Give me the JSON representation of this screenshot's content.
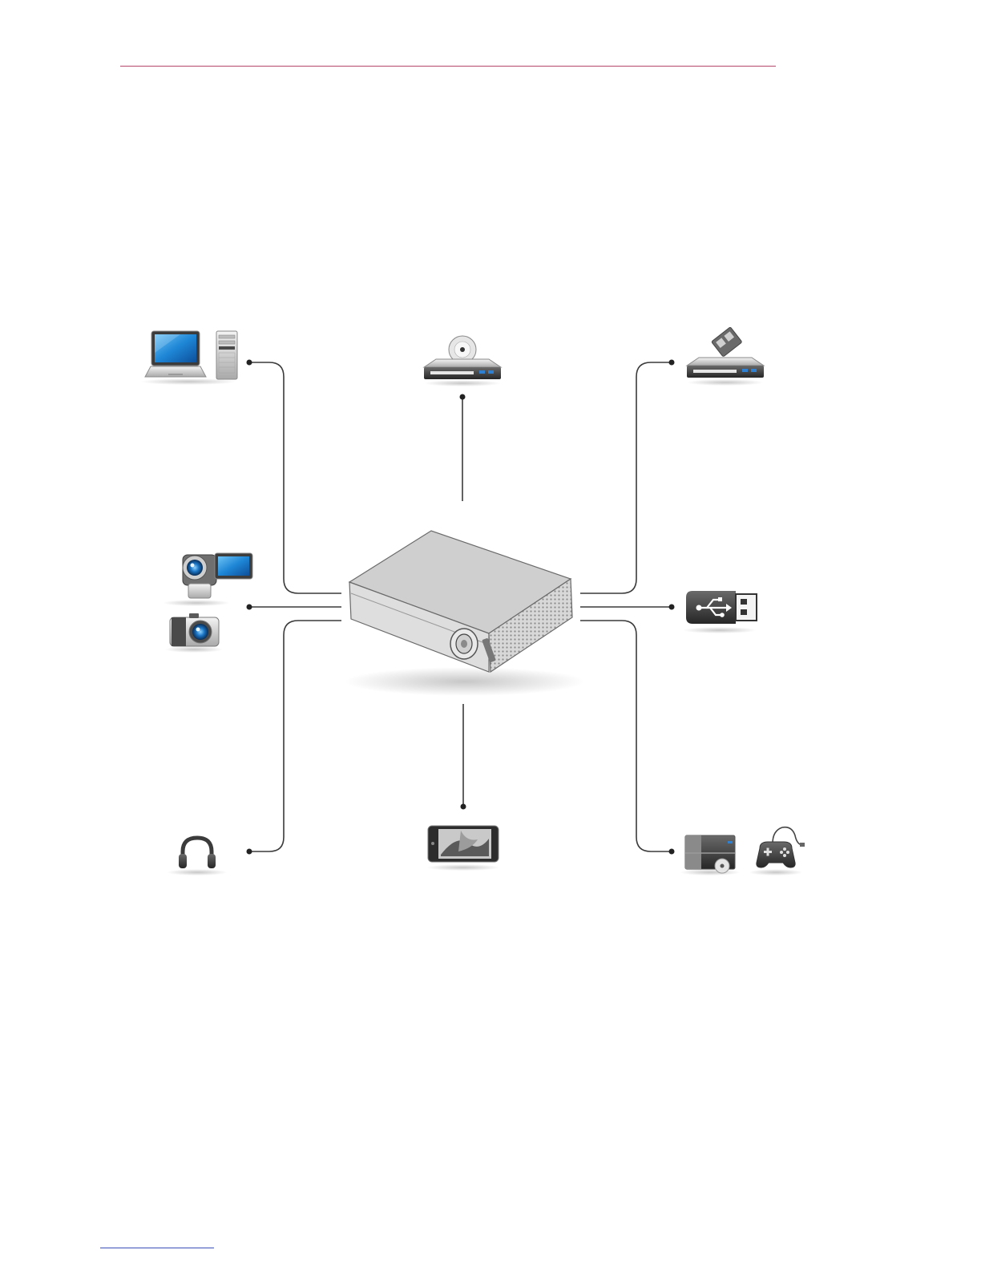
{
  "diagram": {
    "center_device": {
      "name": "projector",
      "icon": "projector-icon"
    },
    "nodes": [
      {
        "name": "pc",
        "icons": [
          "laptop-icon",
          "desktop-tower-icon"
        ]
      },
      {
        "name": "dvd-player",
        "icons": [
          "dvd-player-icon"
        ]
      },
      {
        "name": "set-top-box",
        "icons": [
          "set-top-box-icon"
        ]
      },
      {
        "name": "cameras",
        "icons": [
          "camcorder-icon",
          "digital-camera-icon"
        ]
      },
      {
        "name": "usb",
        "icons": [
          "usb-drive-icon"
        ]
      },
      {
        "name": "headphones",
        "icons": [
          "headphones-icon"
        ]
      },
      {
        "name": "mobile",
        "icons": [
          "smartphone-icon"
        ]
      },
      {
        "name": "consoles",
        "icons": [
          "game-console-icon",
          "gamepad-icon"
        ]
      }
    ],
    "colors": {
      "top_rule": "#b5476b",
      "bottom_rule": "#3a4fb8",
      "wire": "#3a3a3a",
      "screen_blue": "#1e86d6"
    }
  }
}
